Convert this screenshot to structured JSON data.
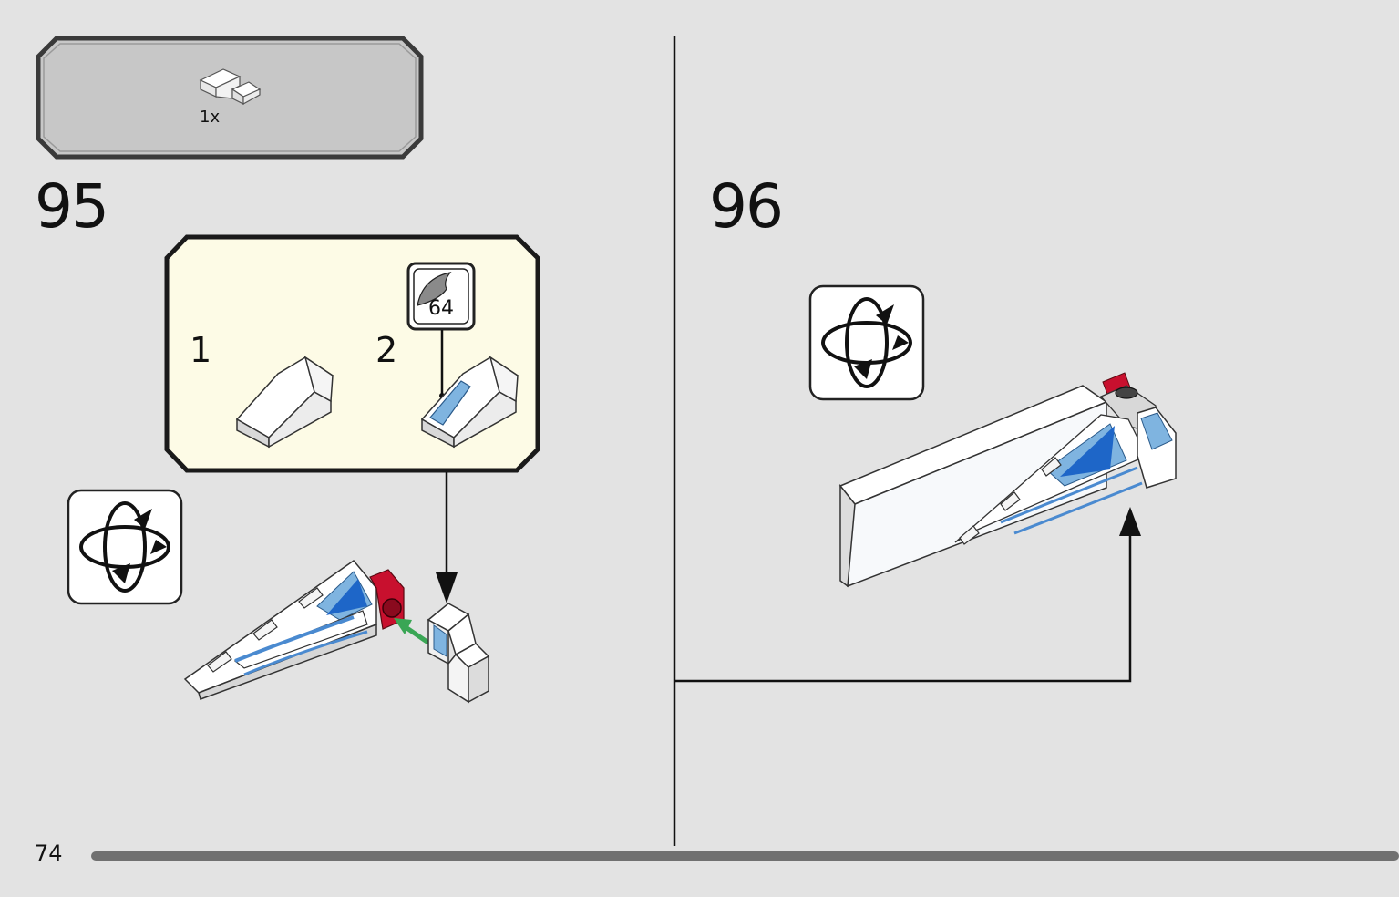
{
  "parts_callout": {
    "quantity": "1x"
  },
  "step_95": {
    "number": "95",
    "subassembly": {
      "substep_1": "1",
      "substep_2": "2",
      "sticker_number": "64"
    }
  },
  "step_96": {
    "number": "96"
  },
  "page": {
    "number": "74"
  },
  "colors": {
    "page_bg": "#e3e3e3",
    "parts_box": "#c7c7c7",
    "subassembly_bg": "#fdfbe6",
    "transparent_blue": "#7fb4e0",
    "dark_blue": "#1e66c8",
    "red": "#c8102e",
    "green_arrow": "#3aa655",
    "progress_bar": "#707070"
  }
}
